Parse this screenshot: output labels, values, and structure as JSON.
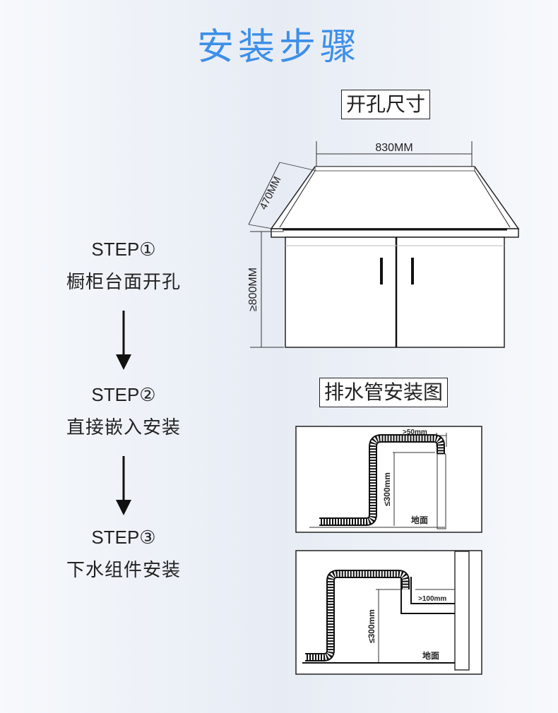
{
  "title": "安装步骤",
  "cabinet": {
    "label": "开孔尺寸",
    "width_dim": "830MM",
    "depth_dim": "470MM",
    "height_dim": "≥800MM"
  },
  "drain": {
    "label": "排水管安装图",
    "diagram1": {
      "gap": ">50mm",
      "height": "≤300mm",
      "floor": "地面"
    },
    "diagram2": {
      "gap": ">100mm",
      "height": "≤300mm",
      "floor": "地面"
    }
  },
  "steps": [
    {
      "step": "STEP①",
      "desc": "橱柜台面开孔"
    },
    {
      "step": "STEP②",
      "desc": "直接嵌入安装"
    },
    {
      "step": "STEP③",
      "desc": "下水组件安装"
    }
  ]
}
